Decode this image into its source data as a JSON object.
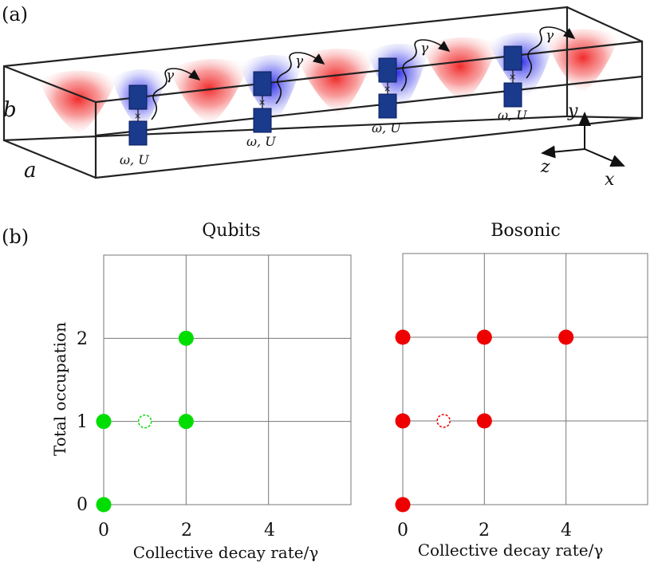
{
  "panel_a": {
    "label": "(a)",
    "dim_b": "b",
    "dim_a": "a",
    "gamma": "γ",
    "qubit_label": "ω, U",
    "axis_y": "y",
    "axis_z": "z",
    "axis_x": "x",
    "colors": {
      "field_red": "#f03a3a",
      "field_blue": "#3a3ae8",
      "qubit": "#1a3a8c"
    }
  },
  "panel_b": {
    "label": "(b)",
    "ylabel": "Total occupation"
  },
  "chart_data": [
    {
      "type": "scatter",
      "title": "Qubits",
      "xlabel": "Collective decay rate/γ",
      "ylabel": "Total occupation",
      "xlim": [
        0,
        6
      ],
      "ylim": [
        0,
        3
      ],
      "x_ticks": [
        "0",
        "2",
        "4"
      ],
      "y_ticks": [
        "0",
        "1",
        "2"
      ],
      "grid": true,
      "color": "#00dd00",
      "points": [
        {
          "x": 0,
          "y": 0,
          "style": "filled"
        },
        {
          "x": 0,
          "y": 1,
          "style": "filled"
        },
        {
          "x": 1,
          "y": 1,
          "style": "dashed-open"
        },
        {
          "x": 2,
          "y": 1,
          "style": "filled"
        },
        {
          "x": 2,
          "y": 2,
          "style": "filled"
        }
      ]
    },
    {
      "type": "scatter",
      "title": "Bosonic",
      "xlabel": "Collective decay rate/γ",
      "xlim": [
        0,
        6
      ],
      "ylim": [
        0,
        3
      ],
      "x_ticks": [
        "0",
        "2",
        "4"
      ],
      "grid": true,
      "color": "#ee0000",
      "points": [
        {
          "x": 0,
          "y": 0,
          "style": "filled"
        },
        {
          "x": 0,
          "y": 1,
          "style": "filled"
        },
        {
          "x": 1,
          "y": 1,
          "style": "dashed-open"
        },
        {
          "x": 2,
          "y": 1,
          "style": "filled"
        },
        {
          "x": 0,
          "y": 2,
          "style": "filled"
        },
        {
          "x": 2,
          "y": 2,
          "style": "filled"
        },
        {
          "x": 4,
          "y": 2,
          "style": "filled"
        }
      ]
    }
  ]
}
